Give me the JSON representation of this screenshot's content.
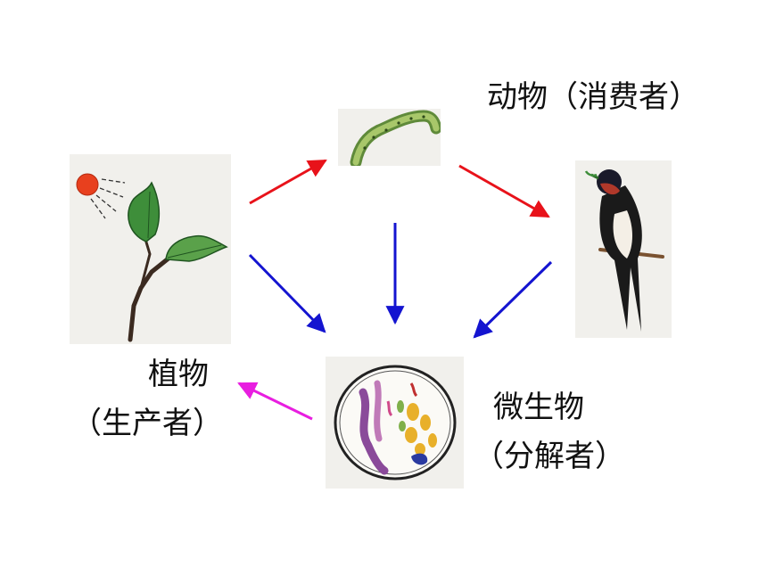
{
  "labels": {
    "animal": "动物（消费者）",
    "plant_name": "植物",
    "plant_role": "（生产者）",
    "microbe_name": "微生物",
    "microbe_role": "（分解者）"
  },
  "colors": {
    "arrow_red": "#e8121a",
    "arrow_blue": "#1414d0",
    "arrow_magenta": "#e81ee0",
    "panel_bg": "#f1f0ec"
  },
  "icons": [
    "sun-icon",
    "plant-icon",
    "caterpillar-icon",
    "swallow-icon",
    "microbe-dish-icon"
  ]
}
